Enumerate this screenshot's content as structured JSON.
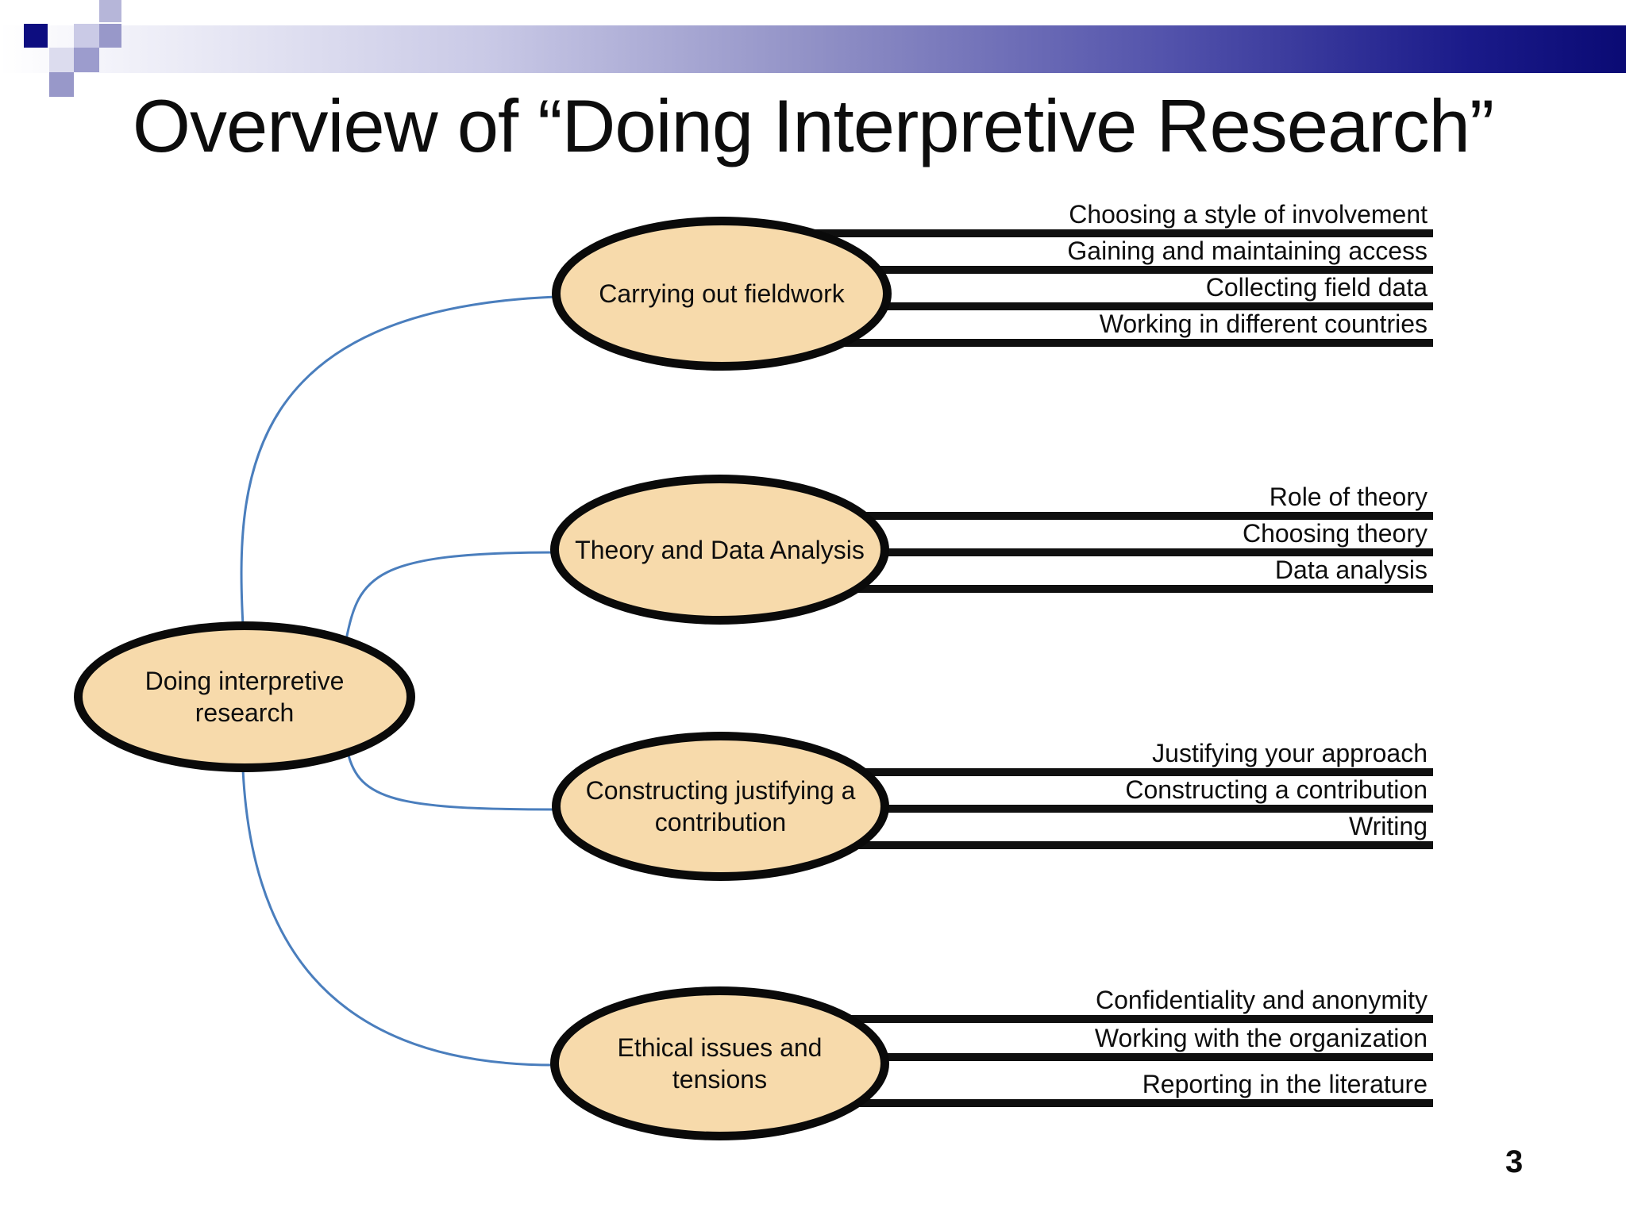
{
  "slide": {
    "title": "Overview of “Doing Interpretive Research”",
    "page_number": "3"
  },
  "diagram": {
    "root": {
      "label": "Doing interpretive research"
    },
    "branches": [
      {
        "label": "Carrying out fieldwork",
        "items": [
          "Choosing a style of involvement",
          "Gaining and maintaining access",
          "Collecting field data",
          "Working in different countries"
        ]
      },
      {
        "label": "Theory and Data Analysis",
        "items": [
          "Role of theory",
          "Choosing theory",
          "Data analysis"
        ]
      },
      {
        "label": "Constructing justifying a contribution",
        "items": [
          "Justifying your approach",
          "Constructing a contribution",
          "Writing"
        ]
      },
      {
        "label": "Ethical issues and tensions",
        "items": [
          "Confidentiality and anonymity",
          "Working with the organization",
          "Reporting in the literature"
        ]
      }
    ],
    "colors": {
      "node_fill": "#f7daab",
      "node_border": "#0a0a0a",
      "connector_blue": "#4a7ebd",
      "bar_black": "#101010",
      "banner_dark_navy": "#0a0a74"
    }
  }
}
